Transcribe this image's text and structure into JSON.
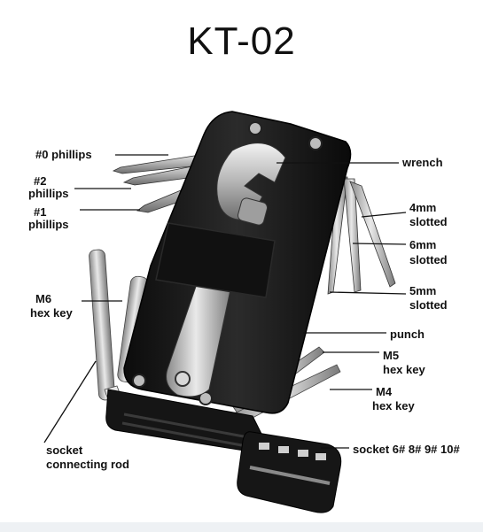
{
  "title": "KT-02",
  "labels": {
    "phillips0": "#0 phillips",
    "phillips2_a": "#2",
    "phillips2_b": "phillips",
    "phillips1_a": "#1",
    "phillips1_b": "phillips",
    "m6_a": "M6",
    "m6_b": "hex key",
    "socket_rod_a": "socket",
    "socket_rod_b": "connecting rod",
    "wrench": "wrench",
    "slot4_a": "4mm",
    "slot4_b": "slotted",
    "slot6_a": "6mm",
    "slot6_b": "slotted",
    "slot5_a": "5mm",
    "slot5_b": "slotted",
    "punch": "punch",
    "m5_a": "M5",
    "m5_b": "hex key",
    "m4_a": "M4",
    "m4_b": "hex key",
    "sockets": "socket 6# 8# 9# 10#"
  }
}
